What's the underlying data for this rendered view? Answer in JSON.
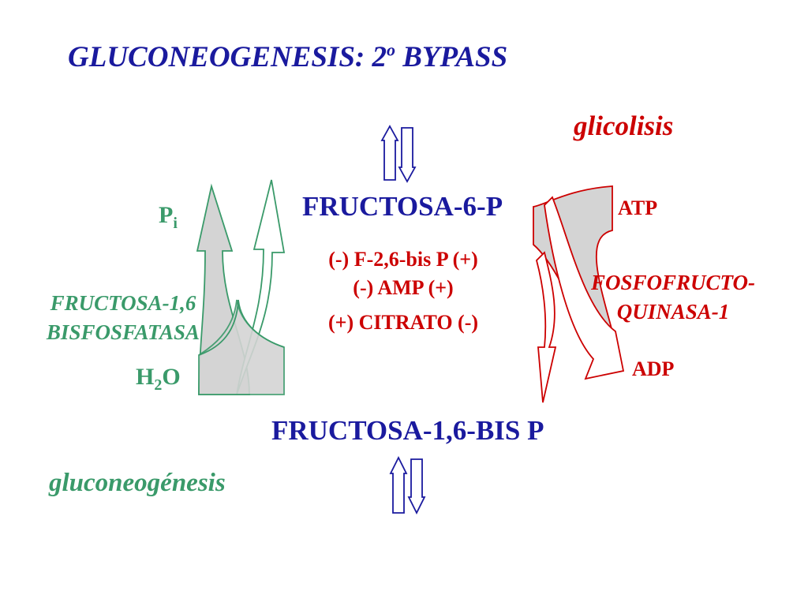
{
  "title": {
    "main": "GLUCONEOGENESIS: 2",
    "sup": "o",
    "tail": " BYPASS"
  },
  "labels": {
    "glicolisis": "glicolisis",
    "fructose6p": "FRUCTOSA-6-P",
    "pi": "P",
    "pi_sub": "i",
    "atp": "ATP",
    "reg1": "(-) F-2,6-bis P (+)",
    "reg2": "(-)  AMP  (+)",
    "reg3": "(+)  CITRATO  (-)",
    "fbpase": "FRUCTOSA-1,6 BISFOSFATASA",
    "pfk": "FOSFOFRUCTO-QUINASA-1",
    "adp": "ADP",
    "h2o_h": "H",
    "h2o_sub": "2",
    "h2o_o": "O",
    "fructose16bp": "FRUCTOSA-1,6-BIS P",
    "gluconeogenesis": "gluconeogénesis"
  },
  "colors": {
    "title": "#1a1a9e",
    "glycolysis": "#cc0000",
    "gluconeogenesis": "#3a9a6a",
    "fill": "#d4d4d4"
  },
  "icons": [
    "double-arrow-icon",
    "curved-arrow-icon"
  ]
}
